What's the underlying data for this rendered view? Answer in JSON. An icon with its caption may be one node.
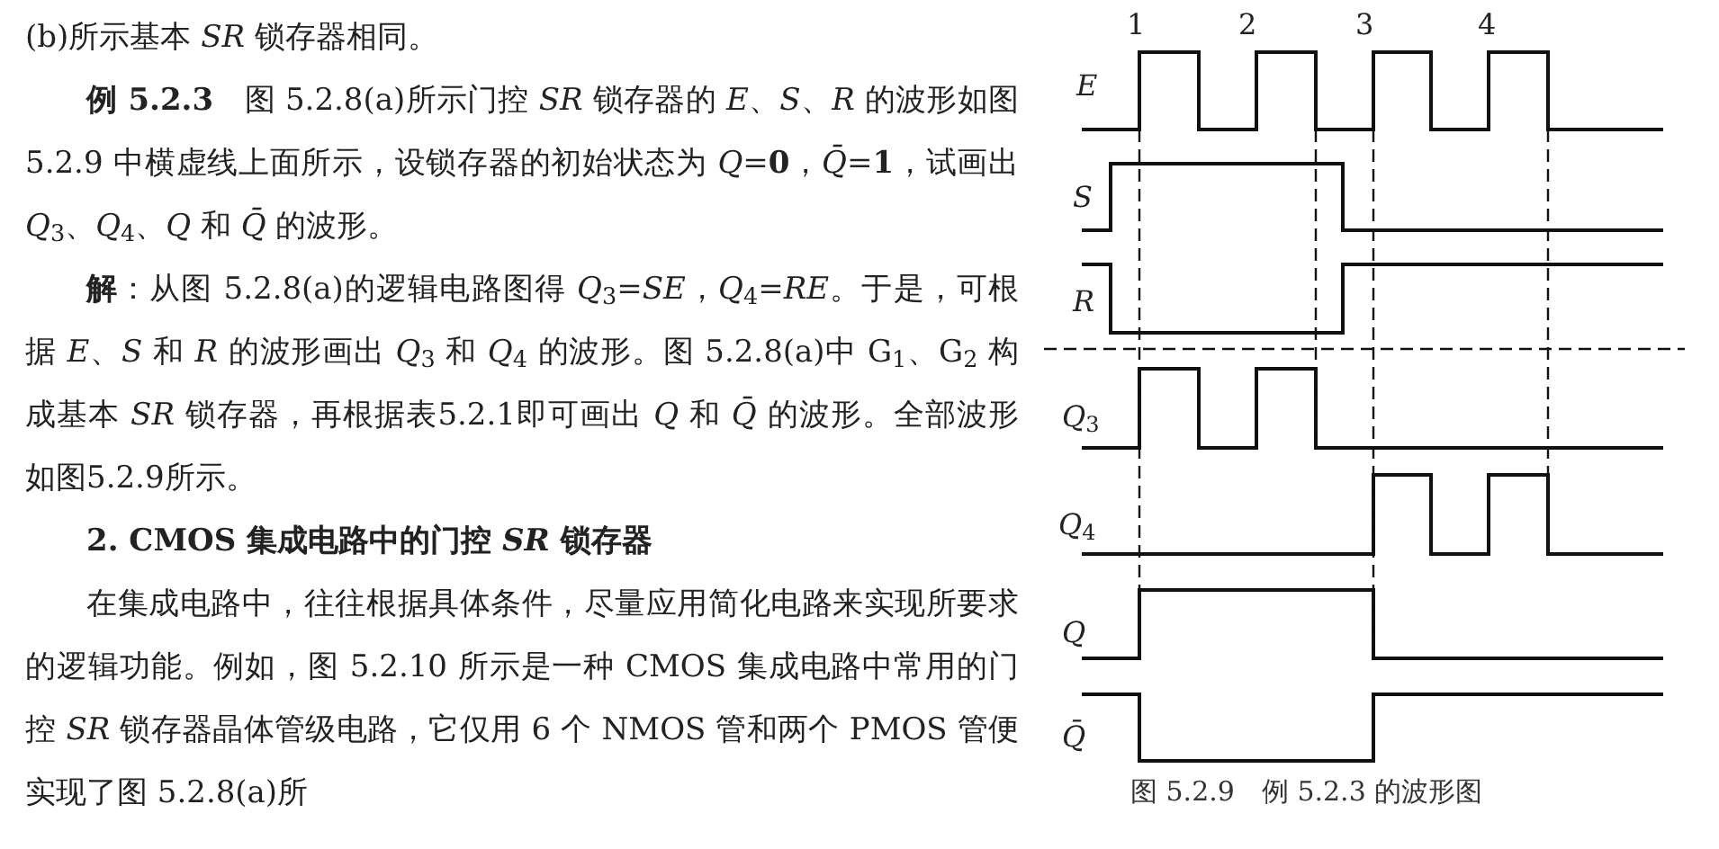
{
  "diagram": {
    "caption": "图 5.2.9　例 5.2.3 的波形图",
    "labels": [
      "(b)所示基本 *SR* 锁存器相同。",
      "**例 5.2.3**　图 5.2.8(a)所示门控 *SR* 锁存器的 *E*、*S*、*R* 的波形如图 5.2.9 中横虚线上面所示，设锁存器的初始状态为 *Q*=**0**，*Q̄*=**1**，试画出 *Q*$_{3}$、*Q*$_{4}$、*Q* 和 *Q̄* 的波形。",
      "**解**：从图 5.2.8(a)的逻辑电路图得 *Q*$_{3}$=*SE*，*Q*$_{4}$=*RE*。于是，可根据 *E*、*S* 和 *R* 的波形画出 *Q*$_{3}$ 和 *Q*$_{4}$ 的波形。图 5.2.8(a)中 G$_{1}$、G$_{2}$ 构成基本 *SR* 锁存器，再根据表5.2.1即可画出 *Q* 和 *Q̄* 的波形。全部波形如图5.2.9所示。",
      "2. CMOS 集成电路中的门控 *SR* 锁存器",
      "在集成电路中，往往根据具体条件，尽量应用简化电路来实现所要求的逻辑功能。例如，图 5.2.10 所示是一种 CMOS 集成电路中常用的门控 *SR* 锁存器晶体管级电路，它仅用 6 个 NMOS 管和两个 PMOS 管便实现了图 5.2.8(a)所",
      "1",
      "2",
      "3",
      "4",
      "*E*",
      "*S*",
      "*R*",
      "*Q*$_{3}$",
      "*Q*$_{4}$",
      "*Q*",
      "*Q̄*"
    ]
  }
}
